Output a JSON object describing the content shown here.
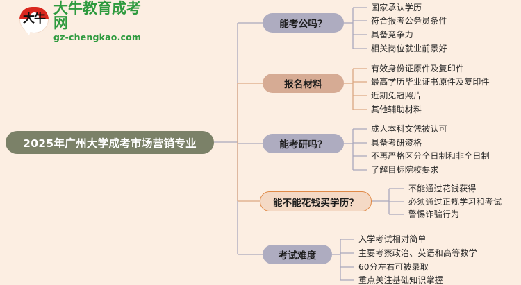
{
  "logo": {
    "mark_char": "大牛",
    "title": "大牛教育成考网",
    "url": "gz-chengkao.com"
  },
  "mindmap": {
    "root": "2025年广州大学成考市场营销专业",
    "branches": [
      {
        "label": "能考公吗？",
        "style": "purple",
        "children": [
          "国家承认学历",
          "符合报考公务员条件",
          "具备竞争力",
          "相关岗位就业前景好"
        ]
      },
      {
        "label": "报名材料",
        "style": "tan",
        "children": [
          "有效身份证原件及复印件",
          "最高学历毕业证书原件及复印件",
          "近期免冠照片",
          "其他辅助材料"
        ]
      },
      {
        "label": "能考研吗？",
        "style": "purple",
        "children": [
          "成人本科文凭被认可",
          "具备考研资格",
          "不再严格区分全日制和非全日制",
          "了解目标院校要求"
        ]
      },
      {
        "label": "能不能花钱买学历？",
        "style": "outline",
        "children": [
          "不能通过花钱获得",
          "必须通过正规学习和考试",
          "警惕诈骗行为"
        ]
      },
      {
        "label": "考试难度",
        "style": "purple",
        "children": [
          "入学考试相对简单",
          "主要考察政治、英语和高等数学",
          "60分左右可被录取",
          "重点关注基础知识掌握"
        ]
      }
    ]
  },
  "colors": {
    "background": "#fceee2",
    "root_fill": "#7b8168",
    "purple_fill": "#aeacc0",
    "tan_fill": "#d6ab94",
    "outline_stroke": "#e08a48",
    "outline_fill": "#f4d9c5",
    "wire_purple": "#a9a7bd",
    "wire_tan": "#dba882",
    "brand_green": "#2e9a3e",
    "brand_red": "#d9271e"
  }
}
